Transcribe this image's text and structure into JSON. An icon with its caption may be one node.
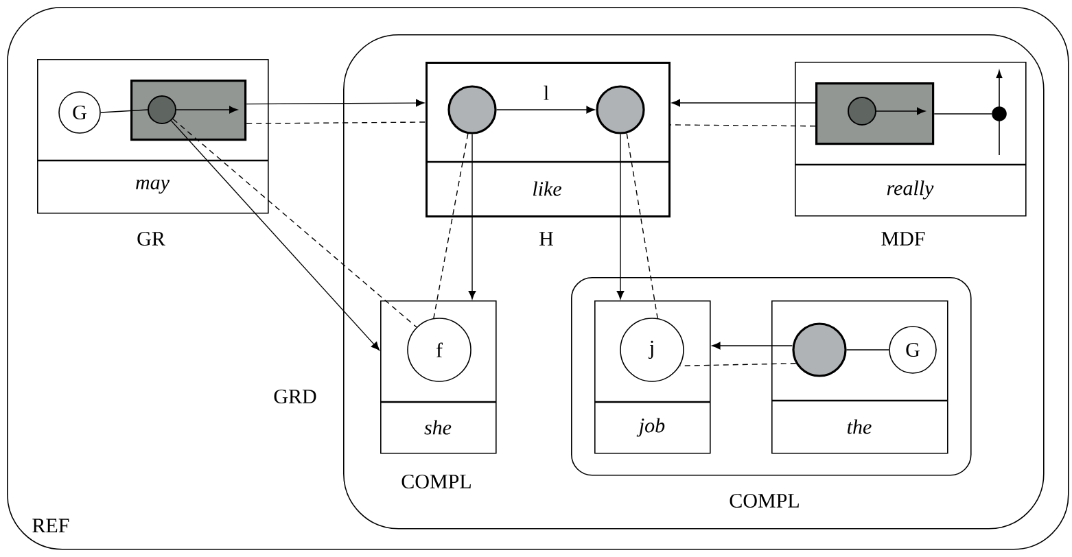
{
  "diagram": {
    "nodes": [
      {
        "text": [
          "REF"
        ]
      },
      {
        "text": [],
        "shape": "box",
        "in": 0
      },
      {
        "text": [
          "may"
        ],
        "beside": [
          "GR"
        ],
        "in": 0
      },
      {
        "text": [
          "G"
        ],
        "in": 2
      },
      {
        "text": [],
        "shape": "box",
        "in": 2
      },
      {
        "text": [],
        "shape": "circle",
        "in": 4
      },
      {
        "text": [
          "like"
        ],
        "beside": [
          "H"
        ],
        "in": 1
      },
      {
        "text": [],
        "shape": "circle",
        "in": 6
      },
      {
        "text": [],
        "shape": "circle",
        "in": 6
      },
      {
        "text": [
          "really"
        ],
        "beside": [
          "MDF"
        ],
        "in": 1
      },
      {
        "text": [],
        "shape": "box",
        "in": 9
      },
      {
        "text": [],
        "shape": "circle",
        "in": 10
      },
      {
        "text": [],
        "shape": "circle",
        "in": 9
      },
      {
        "text": [
          "she"
        ],
        "beside": [
          "COMPL"
        ],
        "in": 1
      },
      {
        "text": [
          "f"
        ],
        "in": 13
      },
      {
        "text": [],
        "shape": "box",
        "beside": [
          "COMPL"
        ],
        "in": 1
      },
      {
        "text": [
          "job"
        ],
        "in": 15
      },
      {
        "text": [
          "j"
        ],
        "in": 16
      },
      {
        "text": [
          "the"
        ],
        "in": 15
      },
      {
        "text": [],
        "shape": "circle",
        "in": 18
      },
      {
        "text": [
          "G"
        ],
        "in": 18
      }
    ],
    "edges": [
      {
        "from": 3,
        "to": 5,
        "arrow": "none"
      },
      {
        "from": 5,
        "to": null,
        "arrow": "to"
      },
      {
        "from": 4,
        "to": 6,
        "arrow": "to"
      },
      {
        "from": 4,
        "to": 6,
        "arrow": "none",
        "style": "dashed"
      },
      {
        "from": 7,
        "to": 8,
        "arrow": "to",
        "label": "l"
      },
      {
        "from": 10,
        "to": 6,
        "arrow": "to"
      },
      {
        "from": 10,
        "to": 6,
        "arrow": "none",
        "style": "dashed"
      },
      {
        "from": 11,
        "to": null,
        "arrow": "to"
      },
      {
        "from": 10,
        "to": 12,
        "arrow": "none"
      },
      {
        "from": 5,
        "to": 13,
        "arrow": "to"
      },
      {
        "from": 5,
        "to": 14,
        "arrow": "none",
        "style": "dashed"
      },
      {
        "from": 7,
        "to": 13,
        "arrow": "to"
      },
      {
        "from": 7,
        "to": 14,
        "arrow": "none",
        "style": "dashed"
      },
      {
        "from": 8,
        "to": 16,
        "arrow": "to"
      },
      {
        "from": 8,
        "to": 17,
        "arrow": "none",
        "style": "dashed"
      },
      {
        "from": 19,
        "to": 16,
        "arrow": "to"
      },
      {
        "from": 19,
        "to": 17,
        "arrow": "none",
        "style": "dashed"
      },
      {
        "from": 19,
        "to": 20,
        "arrow": "none"
      }
    ],
    "labels": [
      "GRD"
    ]
  }
}
